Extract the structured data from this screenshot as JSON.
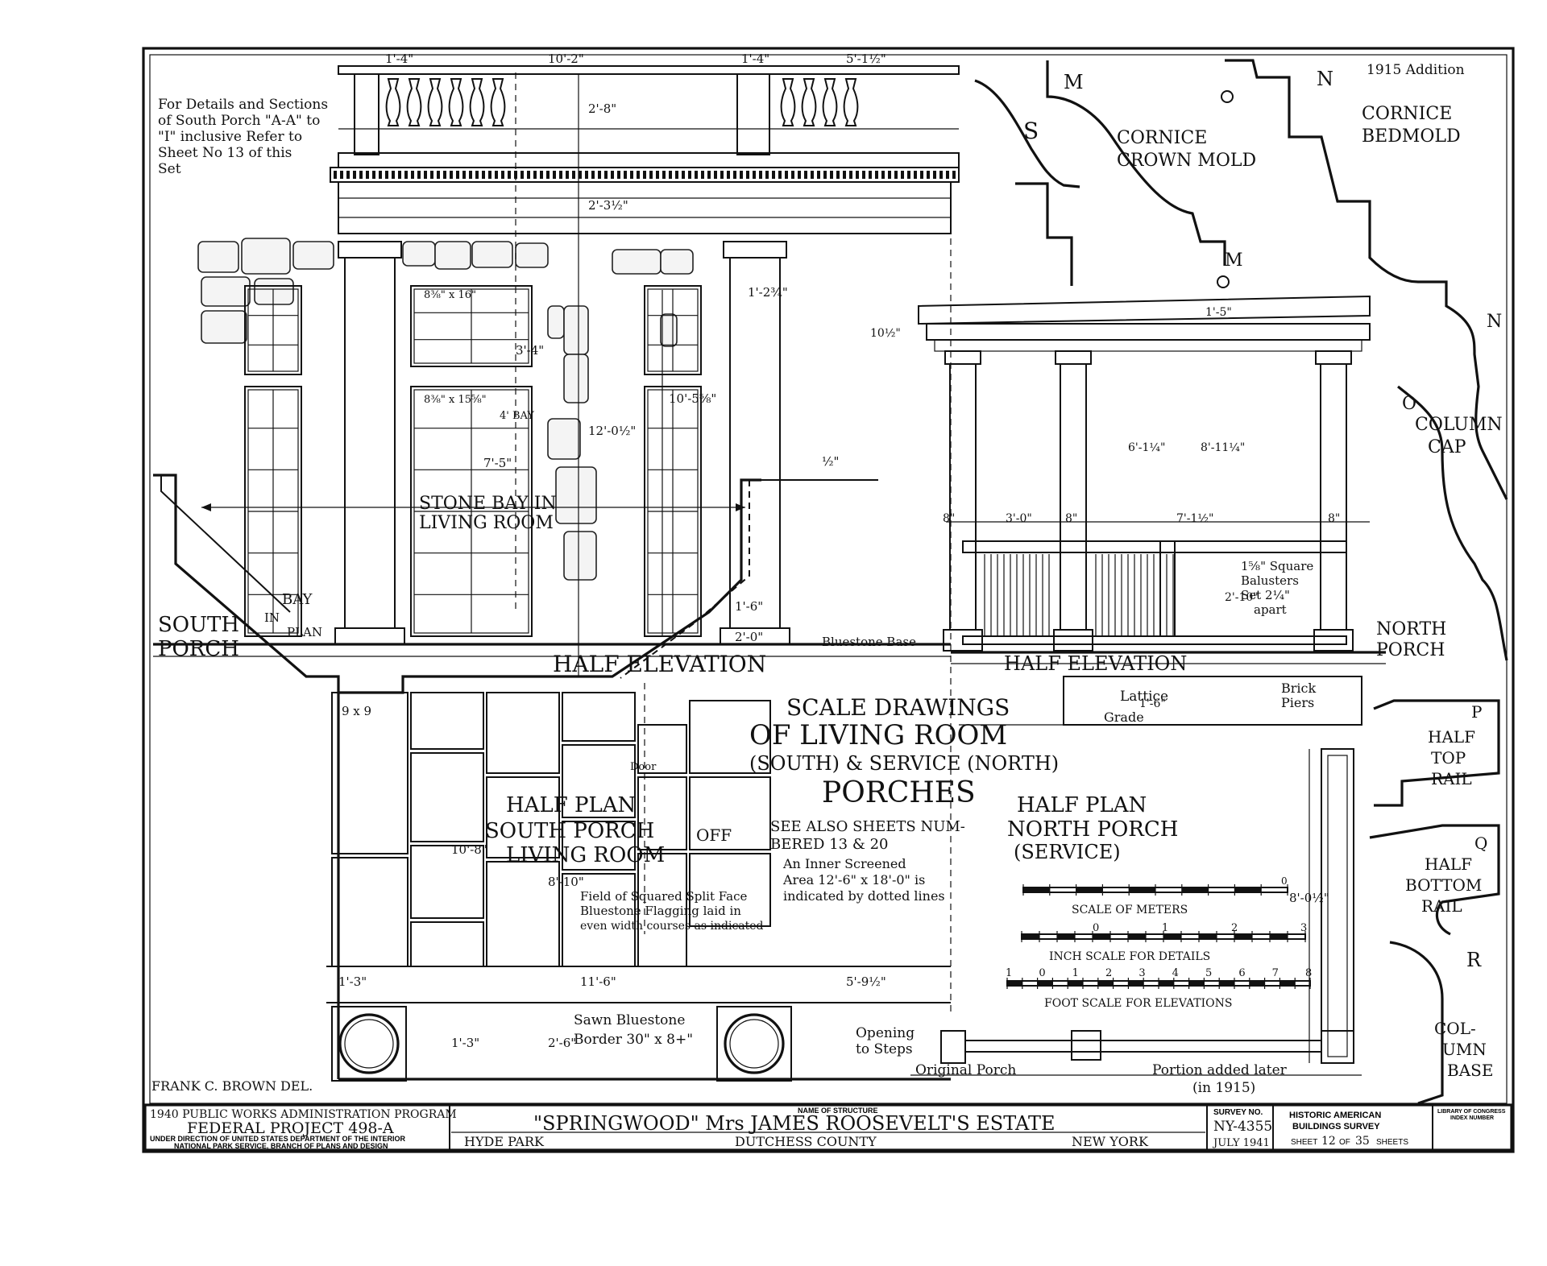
{
  "sheet_notes": {
    "details_note": [
      "For Details and Sections",
      "of South Porch \"A-A\" to",
      "\"I\" inclusive Refer to",
      "Sheet No 13 of this",
      "Set"
    ],
    "addition_note": "1915 Addition"
  },
  "profiles": {
    "s_label": "S",
    "m_label": "M",
    "n_label": "N",
    "o_label": "O",
    "p_label": "P",
    "q_label": "Q",
    "r_label": "R",
    "cornice_crown": [
      "CORNICE",
      "CROWN MOLD"
    ],
    "cornice_bed": [
      "CORNICE",
      "BEDMOLD"
    ],
    "column_cap": [
      "COLUMN",
      "CAP"
    ],
    "half_top_rail": [
      "HALF",
      "TOP",
      "RAIL"
    ],
    "half_bottom_rail": [
      "HALF",
      "BOTTOM",
      "RAIL"
    ],
    "column_base": [
      "COL-",
      "UMN",
      "BASE"
    ]
  },
  "south_elevation": {
    "stone_bay": [
      "STONE BAY IN",
      "LIVING ROOM"
    ],
    "bay_in_plan": [
      "BAY",
      "IN",
      "PLAN"
    ],
    "south_porch": [
      "SOUTH",
      "PORCH"
    ],
    "half_elevation": "HALF ELEVATION",
    "bluestone_base": "Bluestone Base",
    "dims": {
      "d1": "1'-4\"",
      "d2": "10'-2\"",
      "d3": "1'-4\"",
      "d4": "5'-1½\"",
      "d5": "2'-8\"",
      "d6": "2'-3½\"",
      "d7": "3'-4\"",
      "d8": "7'-5\"",
      "d9": "12'-0½\"",
      "d10": "10'-5⅝\"",
      "d11": "1'-2¾\"",
      "d12": "1'-6\"",
      "d13": "2'-0\"",
      "d14": "8⅜\" x 16\"",
      "d15": "8⅜\" x 15⅝\"",
      "d16": "9 x 9",
      "d17": "½\"",
      "d18": "4' BAY"
    }
  },
  "north_elevation": {
    "half_elevation": "HALF ELEVATION",
    "north_porch": [
      "NORTH",
      "PORCH"
    ],
    "balusters_note": [
      "1⅝\" Square",
      "Balusters",
      "Set 2¼\"",
      "apart"
    ],
    "lattice": "Lattice",
    "brick_piers": [
      "Brick",
      "Piers"
    ],
    "grade": "Grade",
    "dims": {
      "d1": "8\"",
      "d2": "3'-0\"",
      "d3": "8\"",
      "d4": "7'-1½\"",
      "d5": "8\"",
      "d6": "6'-1¼\"",
      "d7": "8'-11¼\"",
      "d8": "2'-10\"",
      "d9": "1'-6\"",
      "d10": "1'-5\"",
      "d11": "10½\""
    }
  },
  "title_block_main": {
    "lines": [
      "SCALE DRAWINGS",
      "OF LIVING ROOM",
      "(SOUTH) & SERVICE (NORTH)",
      "PORCHES"
    ],
    "see_also": [
      "SEE ALSO SHEETS NUM-",
      "BERED 13 & 20"
    ],
    "inner_screened": [
      "An Inner Screened",
      "Area 12'-6\" x 18'-0\" is",
      "indicated by dotted lines"
    ]
  },
  "south_plan": {
    "title": [
      "HALF PLAN",
      "SOUTH PORCH",
      "LIVING ROOM"
    ],
    "off": "OFF",
    "field_note": [
      "Field of Squared Split Face",
      "Bluestone Flagging laid in",
      "even width courses as indicated"
    ],
    "sawn_note": [
      "Sawn Bluestone",
      "Border 30\" x 8+\""
    ],
    "door": "Door",
    "dims": {
      "d1": "1'-3\"",
      "d2": "11'-6\"",
      "d3": "5'-9½\"",
      "d4": "10'-8\"",
      "d5": "8'-10\"",
      "d6": "2'-6\"",
      "d7": "1'-3\""
    }
  },
  "north_plan": {
    "title": [
      "HALF PLAN",
      "NORTH PORCH",
      "(SERVICE)"
    ],
    "opening": [
      "Opening",
      "to Steps"
    ],
    "original": "Original Porch",
    "portion": [
      "Portion added later",
      "(in 1915)"
    ],
    "dim": "8'-0½\""
  },
  "scales": {
    "meters": "SCALE OF METERS",
    "inch": "INCH SCALE FOR DETAILS",
    "foot": "FOOT SCALE FOR ELEVATIONS",
    "meter_ticks": [
      "0"
    ],
    "inch_ticks": [
      "0",
      "1",
      "2",
      "3"
    ],
    "foot_ticks": [
      "1",
      "0",
      "1",
      "2",
      "3",
      "4",
      "5",
      "6",
      "7",
      "8"
    ]
  },
  "delineator": "FRANK C. BROWN DEL.",
  "title_block": {
    "program": "1940 PUBLIC WORKS ADMINISTRATION PROGRAM",
    "project": "FEDERAL PROJECT 498-A",
    "direction": "UNDER DIRECTION OF UNITED STATES DEPARTMENT OF THE INTERIOR",
    "service": "NATIONAL PARK SERVICE, BRANCH OF PLANS AND DESIGN",
    "name_label": "NAME OF STRUCTURE",
    "structure": "\"SPRINGWOOD\" Mrs JAMES ROOSEVELT'S ESTATE",
    "location": [
      "HYDE PARK",
      "DUTCHESS COUNTY",
      "NEW YORK"
    ],
    "survey_label": "SURVEY NO.",
    "survey_no": "NY-4355",
    "date": "JULY 1941",
    "habs": [
      "HISTORIC AMERICAN",
      "BUILDINGS SURVEY"
    ],
    "sheet_prefix": "SHEET",
    "sheet_no": "12",
    "sheet_of": "OF",
    "sheet_total": "35",
    "sheet_suffix": "SHEETS",
    "loc": [
      "LIBRARY OF CONGRESS",
      "INDEX NUMBER"
    ]
  }
}
